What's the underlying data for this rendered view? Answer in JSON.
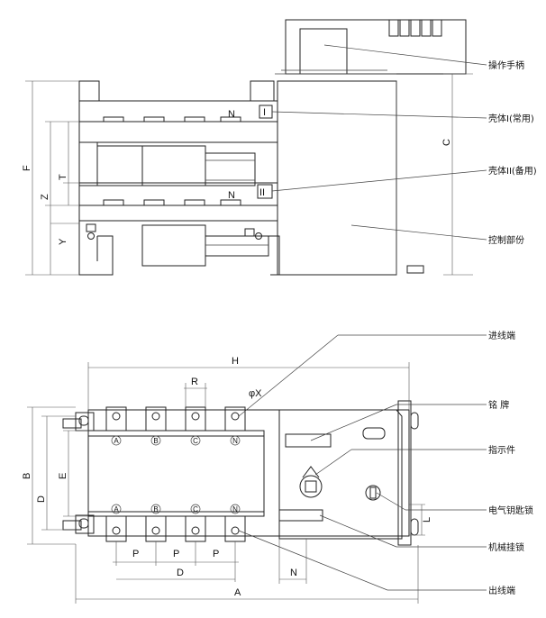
{
  "side_view": {
    "labels": {
      "handle": "操作手柄",
      "shell1": "壳体I(常用)",
      "shell2": "壳体II(备用)",
      "control": "控制部份"
    },
    "marks": {
      "n_top": "N",
      "n_bottom": "N",
      "roman1": "I",
      "roman2": "II"
    },
    "dims": {
      "F": "F",
      "Z": "Z",
      "T": "T",
      "Y": "Y",
      "C": "C"
    }
  },
  "top_view": {
    "labels": {
      "incoming": "进线端",
      "nameplate": "铭 牌",
      "indicator": "指示件",
      "key_lock": "电气钥匙锁",
      "mech_lock": "机械挂锁",
      "outgoing": "出线端"
    },
    "phases": [
      "A",
      "B",
      "C",
      "N"
    ],
    "dims": {
      "H": "H",
      "R": "R",
      "X": "φX",
      "B": "B",
      "D_left": "D",
      "E": "E",
      "P1": "P",
      "P2": "P",
      "P3": "P",
      "D_bottom": "D",
      "N": "N",
      "A": "A",
      "L": "L"
    }
  }
}
